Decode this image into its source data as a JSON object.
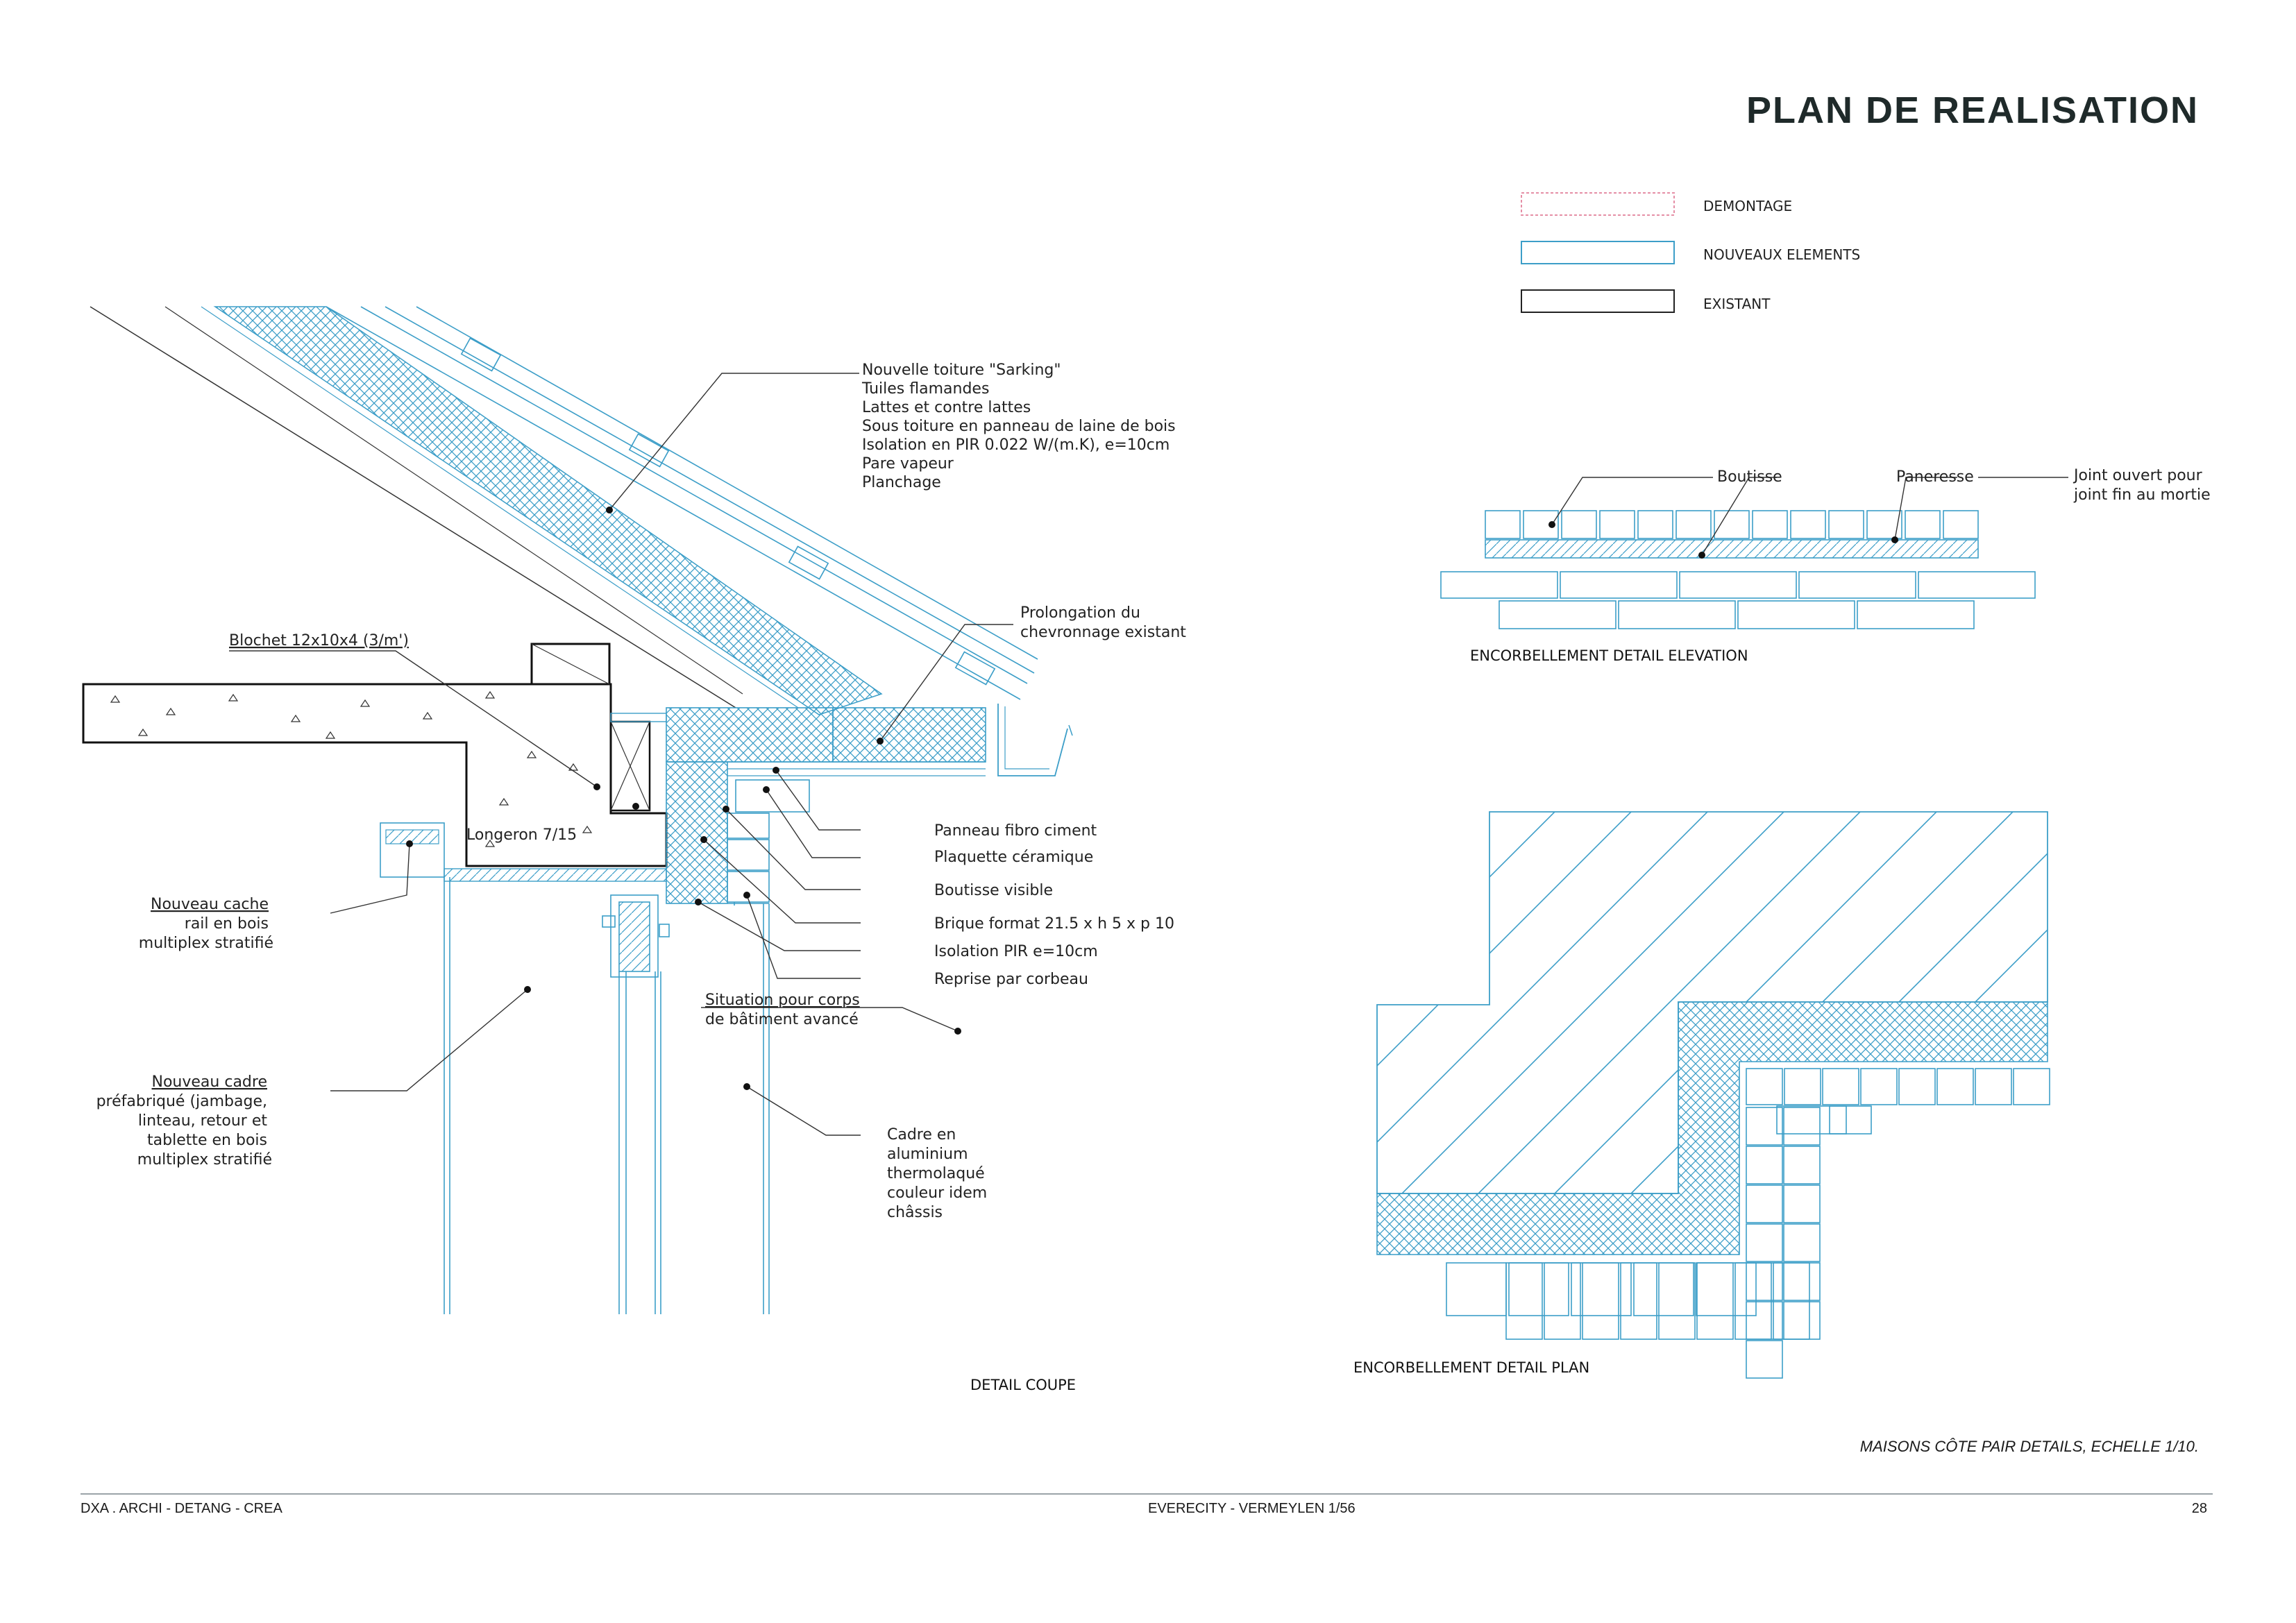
{
  "header": {
    "title": "PLAN DE REALISATION"
  },
  "legend": [
    {
      "label": "DEMONTAGE",
      "color": "#e58fa6"
    },
    {
      "label": "NOUVEAUX ELEMENTS",
      "color": "#3c9ec8"
    },
    {
      "label": "EXISTANT",
      "color": "#222222"
    }
  ],
  "colors": {
    "new": "#3c9ec8",
    "existing": "#1f1f1f",
    "demolition": "#e58fa6"
  },
  "coupe": {
    "caption": "DETAIL COUPE",
    "roof_annotation": [
      "Nouvelle toiture  \"Sarking\"",
      "Tuiles flamandes",
      "Lattes et contre lattes",
      "Sous toiture en panneau de laine de bois",
      "Isolation en PIR 0.022 W/(m.K), e=10cm",
      "Pare vapeur",
      "Planchage"
    ],
    "prolongation": [
      "Prolongation du",
      "chevronnage existant"
    ],
    "blochet": "Blochet 12x10x4 (3/m')",
    "longeron": "Longeron 7/15",
    "cache_rail": [
      "Nouveau cache",
      "rail en bois",
      "multiplex stratifié"
    ],
    "cadre": [
      "Nouveau cadre",
      "préfabriqué (jambage,",
      "linteau, retour et",
      "tablette en bois",
      "multiplex stratifié"
    ],
    "right_labels": [
      "Panneau fibro ciment",
      "Plaquette céramique",
      "Boutisse visible",
      "Brique format 21.5 x h 5 x p 10",
      "Isolation PIR e=10cm",
      "Reprise par corbeau"
    ],
    "situation": [
      "Situation pour corps",
      "de bâtiment avancé"
    ],
    "alu": [
      "Cadre en",
      "aluminium",
      "thermolaqué",
      "couleur idem",
      "châssis"
    ]
  },
  "elevation": {
    "caption": "ENCORBELLEMENT DETAIL ELEVATION",
    "labels": {
      "boutisse": "Boutisse",
      "panneresse": "Paneresse",
      "joint": [
        "Joint ouvert pour",
        "joint fin au mortie"
      ]
    }
  },
  "plan": {
    "caption": "ENCORBELLEMENT DETAIL PLAN"
  },
  "scale_note": "MAISONS CÔTE PAIR DETAILS, ECHELLE 1/10.",
  "footer": {
    "left": "DXA . ARCHI - DETANG - CREA",
    "center": "EVERECITY - VERMEYLEN 1/56",
    "page": "28"
  }
}
